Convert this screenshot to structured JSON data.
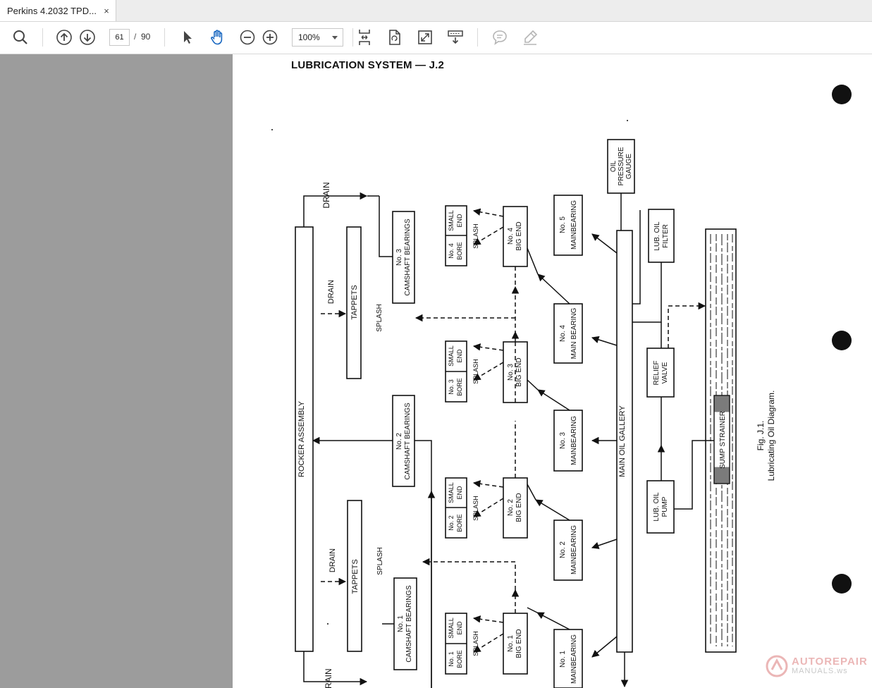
{
  "tab": {
    "title": "Perkins 4.2032 TPD...",
    "close": "×"
  },
  "toolbar": {
    "current_page": "61",
    "page_separator": "/",
    "total_pages": "90",
    "zoom": "100%"
  },
  "icons": {
    "search": "search-icon",
    "prev": "arrow-up-icon",
    "next": "arrow-down-icon",
    "select": "cursor-icon",
    "hand": "hand-icon",
    "zoom_out": "zoom-out-icon",
    "zoom_in": "zoom-in-icon",
    "fit_page": "fit-page-icon",
    "rotate": "rotate-icon",
    "fullscreen": "fullscreen-icon",
    "scroll_mode": "scroll-mode-icon",
    "comment": "comment-icon",
    "highlight": "highlight-icon"
  },
  "colors": {
    "hand_active": "#1565c0",
    "sidebar_gray": "#9c9c9c",
    "disabled": "#b5b5b5"
  },
  "document": {
    "heading": "LUBRICATION SYSTEM — J.2",
    "caption_line1": "Fig. J.1.",
    "caption_line2": "Lubricating Oil Diagram."
  },
  "diagram": {
    "rocker": "ROCKER ASSEMBLY",
    "gallery": "MAIN OIL GALLERY",
    "tappets": "TAPPETS",
    "drain": "DRAIN",
    "splash": "SPLASH",
    "cam1_a": "No. 1",
    "cam1_b": "CAMSHAFT BEARINGS",
    "cam2_a": "No. 2",
    "cam2_b": "CAMSHAFT BEARINGS",
    "cam3_a": "No. 3",
    "cam3_b": "CAMSHAFT BEARINGS",
    "mb1_a": "No. 1",
    "mb2_a": "No. 2",
    "mb3_a": "No. 3",
    "mb4_a": "No. 4",
    "mb5_a": "No. 5",
    "mainbearing": "MAINBEARING",
    "mainbearing4": "MAIN BEARING",
    "be1": "No. 1",
    "be2": "No. 2",
    "be3": "No. 3",
    "be4": "No. 4",
    "big_end": "BIG END",
    "bore1": "No. 1",
    "bore2": "No. 2",
    "bore3": "No. 3",
    "bore4": "No. 4",
    "bore": "BORE",
    "small": "SMALL",
    "end": "END",
    "oil": "OIL",
    "pressure": "PRESSURE",
    "gauge": "GAUGE",
    "lub_oil": "LUB. OIL",
    "filter": "FILTER",
    "relief": "RELIEF",
    "valve": "VALVE",
    "pump": "PUMP",
    "sump_strainer": "SUMP STRAINER"
  },
  "watermark": {
    "line1": "AUTOREPAIR",
    "line2": "MANUALS.ws"
  }
}
